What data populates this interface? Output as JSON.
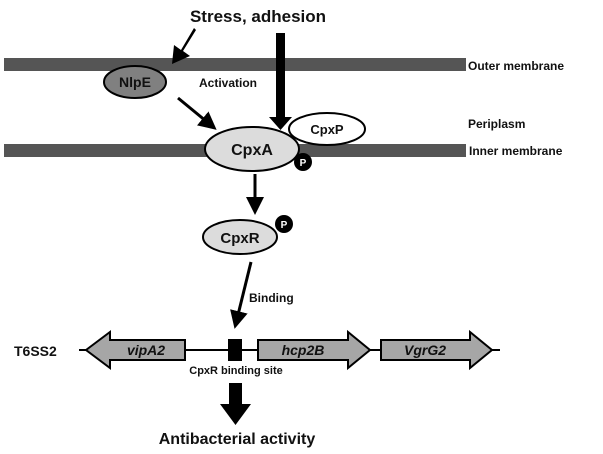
{
  "diagram": {
    "stimulus_label": "Stress, adhesion",
    "membranes": {
      "outer": "Outer membrane",
      "periplasm": "Periplasm",
      "inner": "Inner membrane"
    },
    "proteins": {
      "nlpe": "NlpE",
      "cpxa": "CpxA",
      "cpxp": "CpxP",
      "cpxr": "CpxR"
    },
    "phospho_label": "P",
    "activation_label": "Activation",
    "binding_label": "Binding",
    "operon": {
      "name": "T6SS2",
      "genes": [
        "vipA2",
        "hcp2B",
        "VgrG2"
      ],
      "binding_site_label": "CpxR binding site"
    },
    "outcome_label": "Antibacterial activity",
    "colors": {
      "membrane": "#555555",
      "nlpe_fill": "#808080",
      "protein_fill": "#dcdcdc",
      "gene_fill": "#a6a6a6",
      "arrow": "#000000"
    }
  }
}
